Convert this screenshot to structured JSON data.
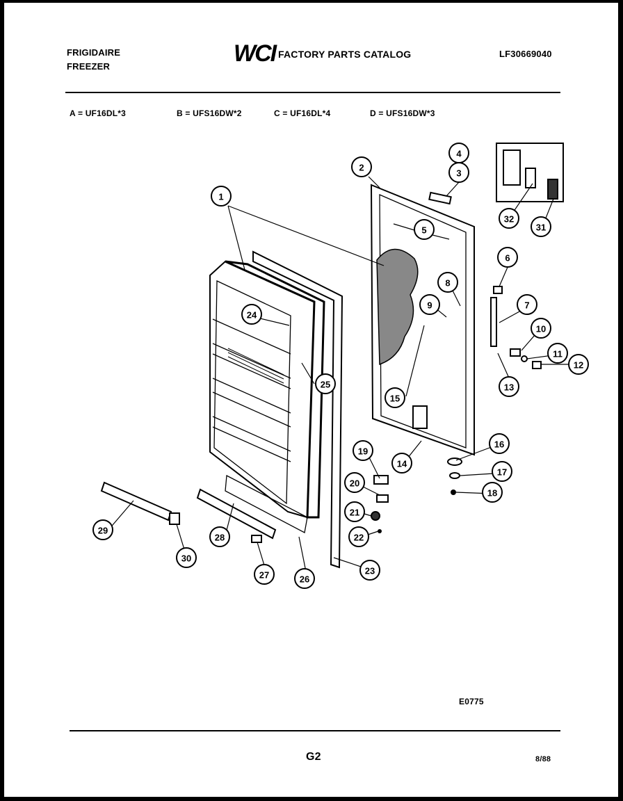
{
  "header": {
    "brand_line1": "FRIGIDAIRE",
    "brand_line2": "FREEZER",
    "logo_text": "WCI",
    "catalog_title": "FACTORY PARTS CATALOG",
    "catalog_number": "LF30669040"
  },
  "models": [
    {
      "label": "A = UF16DL*3"
    },
    {
      "label": "B = UFS16DW*2"
    },
    {
      "label": "C = UF16DL*4"
    },
    {
      "label": "D = UFS16DW*3"
    }
  ],
  "callouts": [
    "1",
    "2",
    "3",
    "4",
    "5",
    "6",
    "7",
    "8",
    "9",
    "10",
    "11",
    "12",
    "13",
    "14",
    "15",
    "16",
    "17",
    "18",
    "19",
    "20",
    "21",
    "22",
    "23",
    "24",
    "25",
    "26",
    "27",
    "28",
    "29",
    "30",
    "31",
    "32"
  ],
  "drawing_code": "E0775",
  "footer": {
    "page_label": "G2",
    "date": "8/88"
  }
}
